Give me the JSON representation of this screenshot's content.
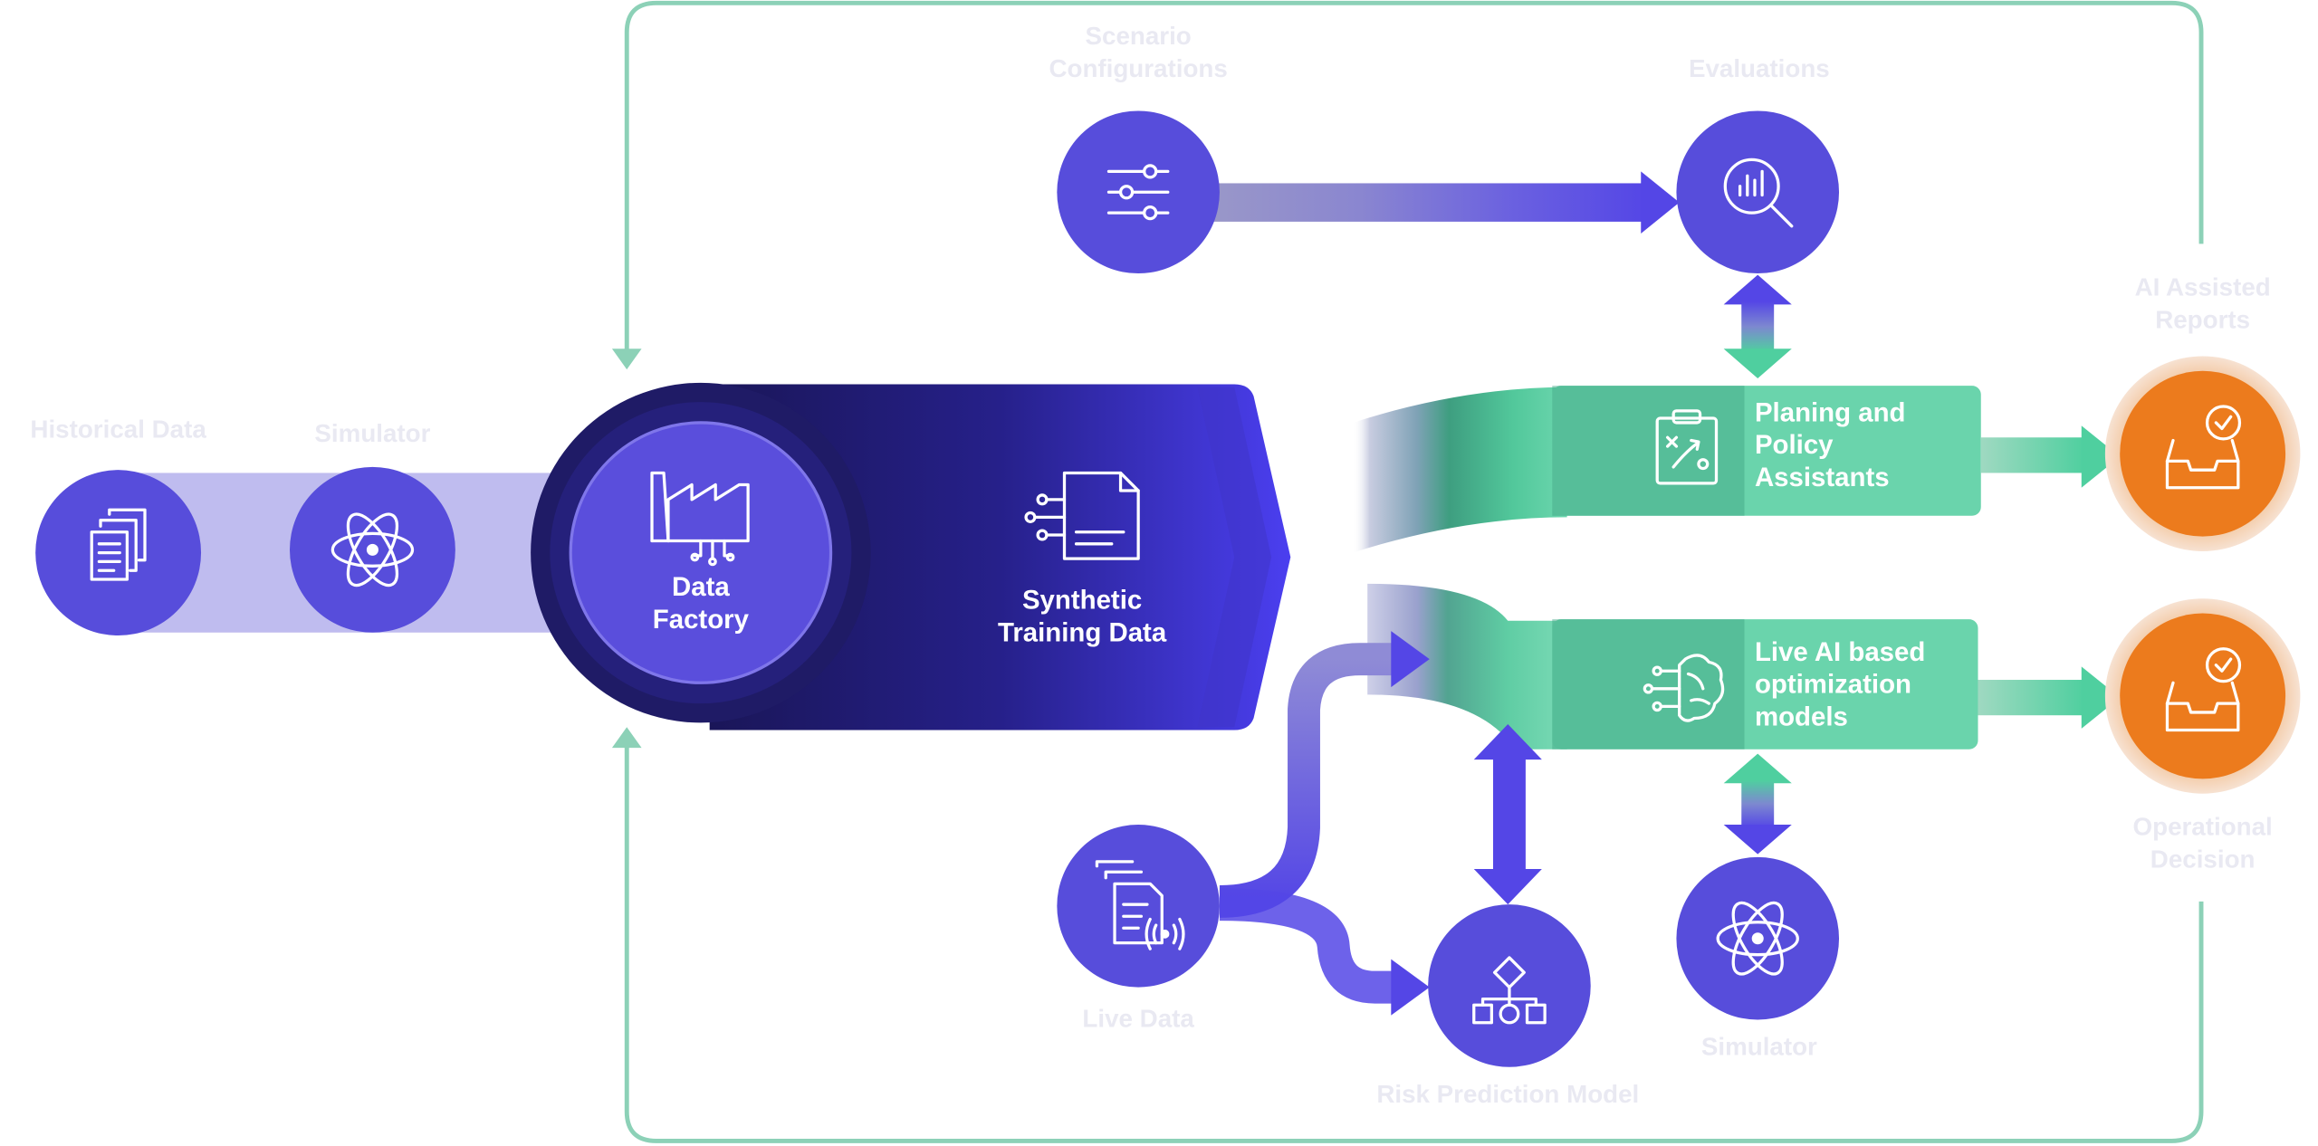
{
  "colors": {
    "purple": "#574ddb",
    "navy": "#1f1b66",
    "green": "#4fcf9f",
    "orange": "#ec7b1d",
    "loop": "#8cd1b7"
  },
  "labels": {
    "historical_data": "Historical Data",
    "simulator_left": "Simulator",
    "scenario_configurations": "Scenario\nConfigurations",
    "evaluations": "Evaluations",
    "ai_assisted_reports": "AI Assisted\nReports",
    "operational_decision": "Operational\nDecision",
    "live_data": "Live Data",
    "risk_prediction_model": "Risk Prediction Model",
    "simulator_right": "Simulator"
  },
  "hub": {
    "data_factory": "Data\nFactory",
    "synthetic_training_data": "Synthetic\nTraining Data"
  },
  "panels": {
    "planning": "Planing and\nPolicy\nAssistants",
    "live_ai": "Live AI based\noptimization\nmodels"
  },
  "icons": {
    "historical_data": "documents-icon",
    "simulator_left": "atom-icon",
    "data_factory": "factory-icon",
    "synthetic_training_data": "ai-document-icon",
    "scenario_configurations": "sliders-icon",
    "evaluations": "chart-magnifier-icon",
    "planning": "clipboard-strategy-icon",
    "live_ai": "brain-circuit-icon",
    "ai_assisted_reports": "inbox-check-icon",
    "operational_decision": "inbox-check-icon",
    "live_data": "documents-signal-icon",
    "risk_prediction_model": "flowchart-icon",
    "simulator_right": "atom-icon"
  }
}
